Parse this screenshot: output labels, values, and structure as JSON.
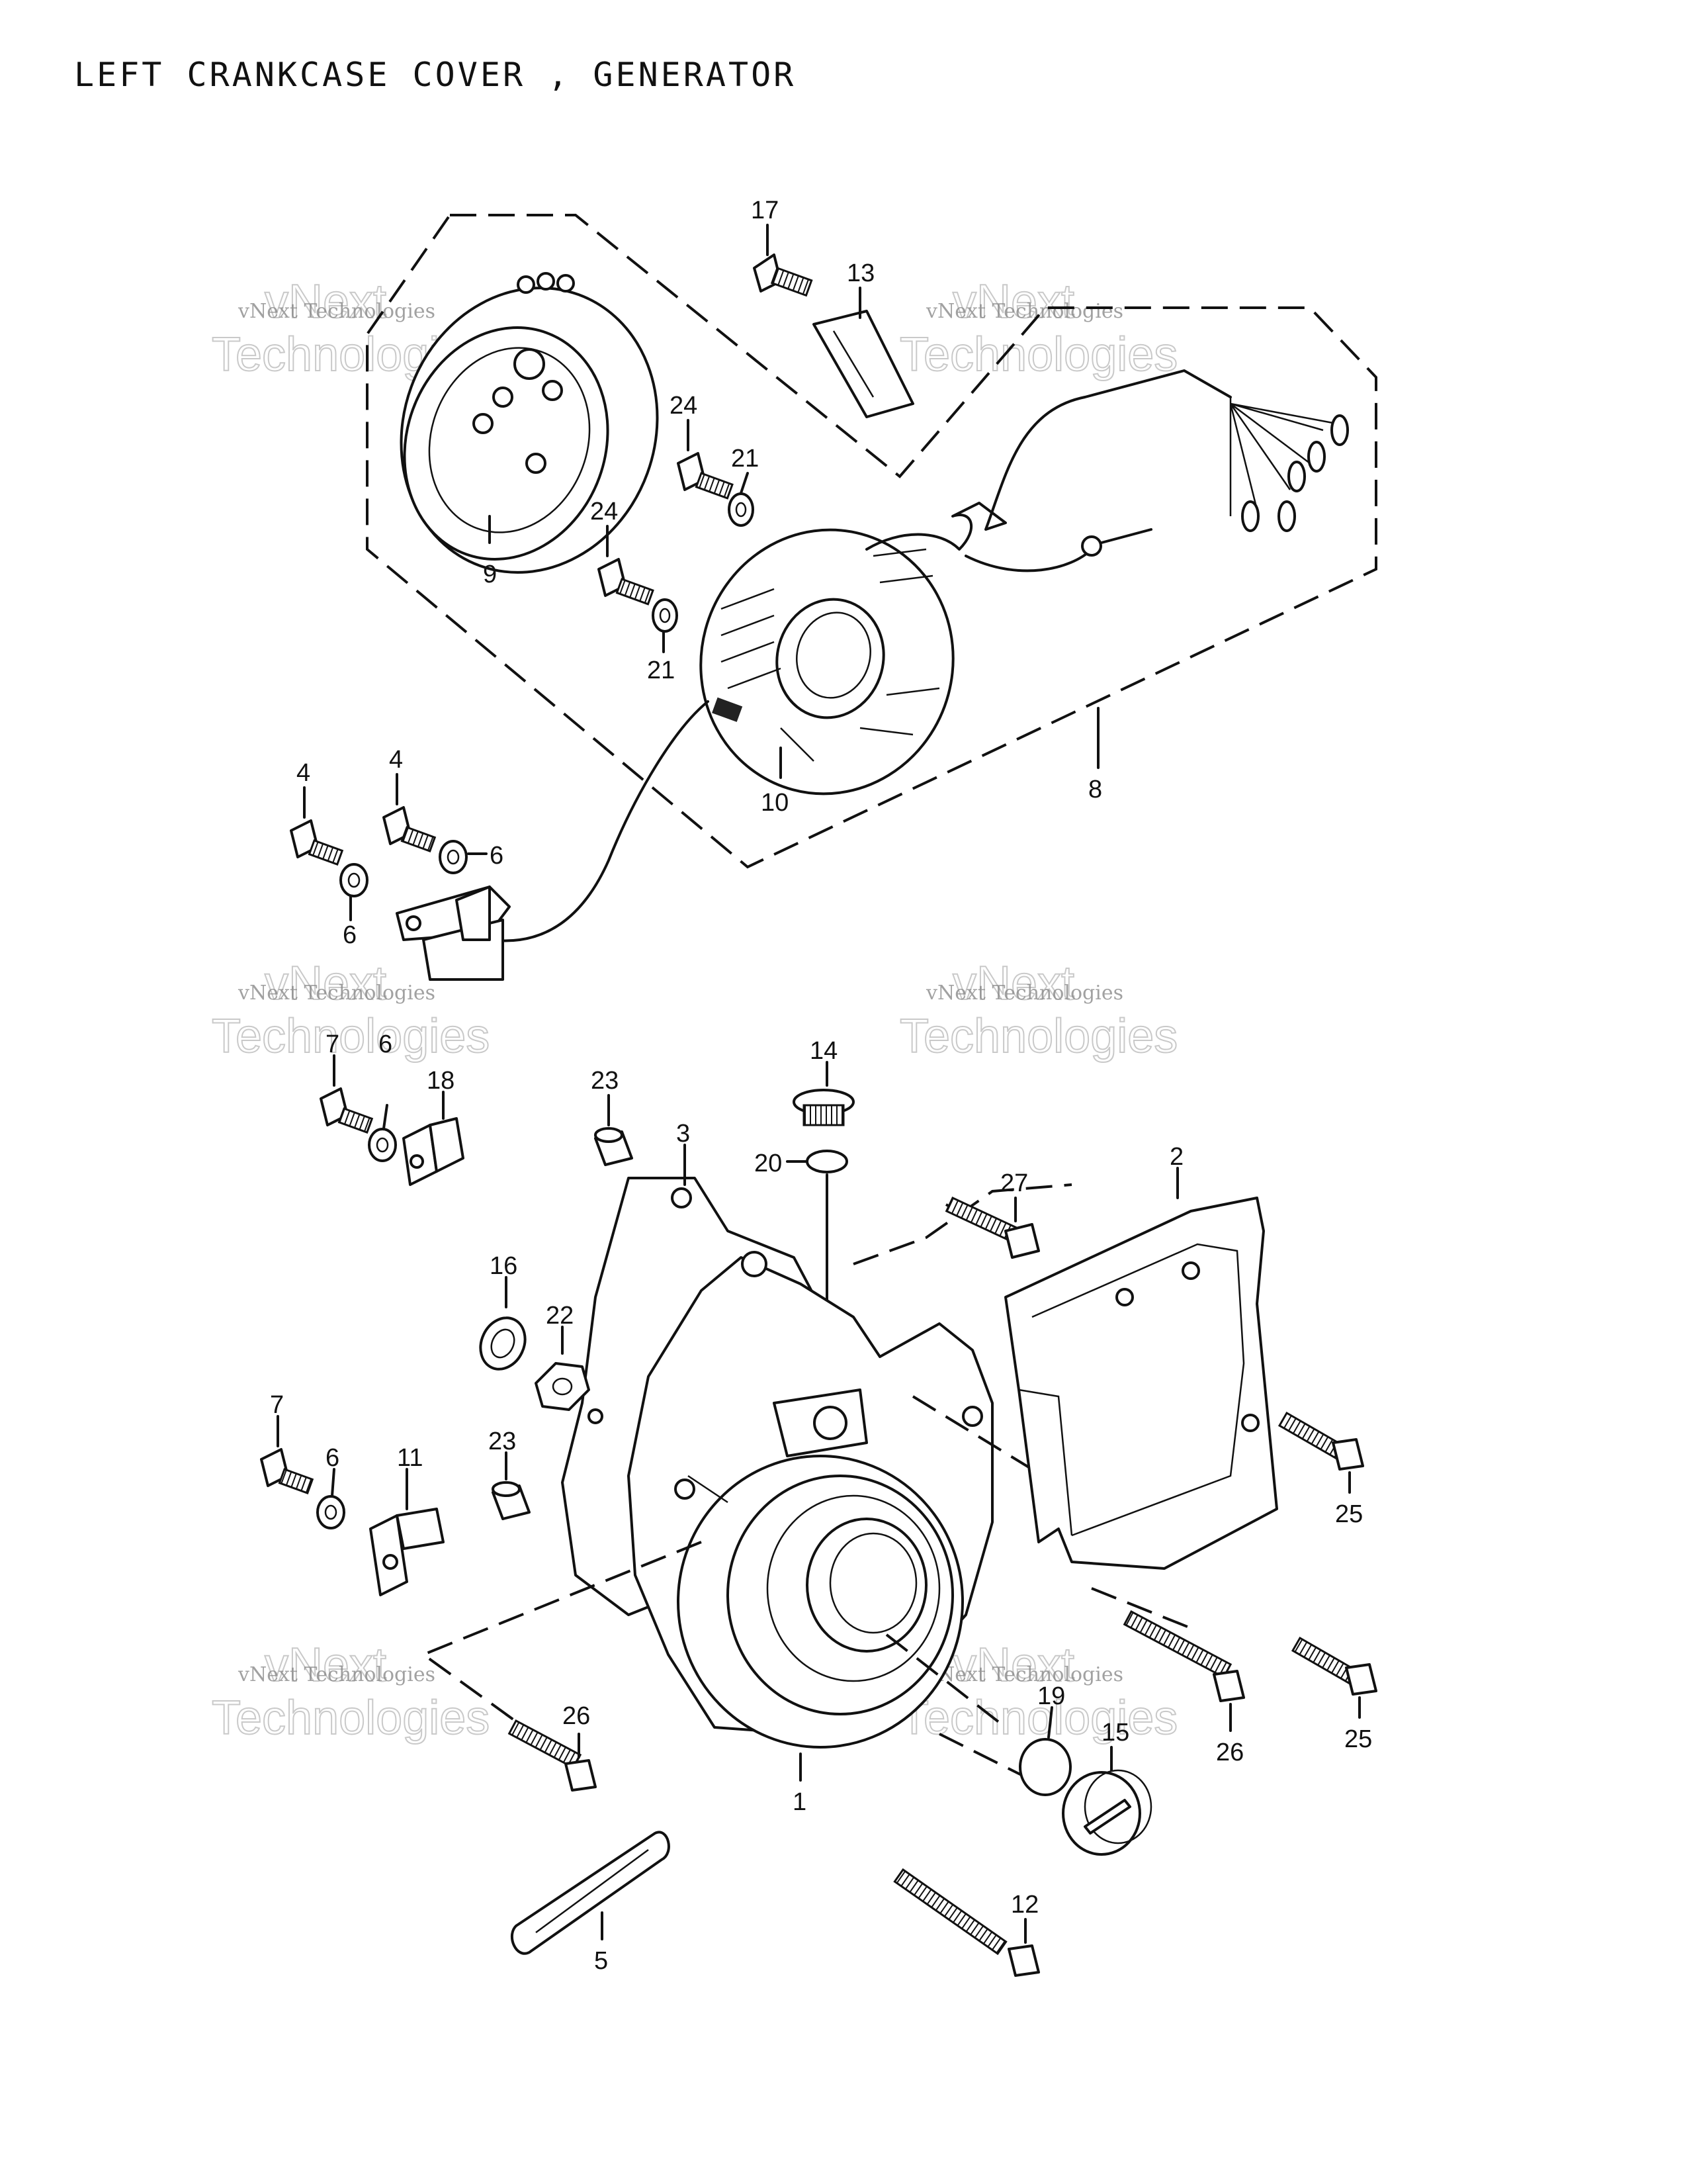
{
  "title": "LEFT CRANKCASE COVER , GENERATOR",
  "watermark": {
    "line1": "vNext Technologies",
    "line2": "Technologies",
    "line3": "vNext"
  },
  "callouts": [
    {
      "id": "c17",
      "label": "17"
    },
    {
      "id": "c13",
      "label": "13"
    },
    {
      "id": "c24a",
      "label": "24"
    },
    {
      "id": "c21a",
      "label": "21"
    },
    {
      "id": "c24b",
      "label": "24"
    },
    {
      "id": "c21b",
      "label": "21"
    },
    {
      "id": "c9",
      "label": "9"
    },
    {
      "id": "c10",
      "label": "10"
    },
    {
      "id": "c8",
      "label": "8"
    },
    {
      "id": "c4a",
      "label": "4"
    },
    {
      "id": "c4b",
      "label": "4"
    },
    {
      "id": "c6a",
      "label": "6"
    },
    {
      "id": "c6b",
      "label": "6"
    },
    {
      "id": "c7a",
      "label": "7"
    },
    {
      "id": "c6c",
      "label": "6"
    },
    {
      "id": "c18",
      "label": "18"
    },
    {
      "id": "c23a",
      "label": "23"
    },
    {
      "id": "c14",
      "label": "14"
    },
    {
      "id": "c3",
      "label": "3"
    },
    {
      "id": "c20",
      "label": "20"
    },
    {
      "id": "c27",
      "label": "27"
    },
    {
      "id": "c2",
      "label": "2"
    },
    {
      "id": "c16",
      "label": "16"
    },
    {
      "id": "c22",
      "label": "22"
    },
    {
      "id": "c7b",
      "label": "7"
    },
    {
      "id": "c6d",
      "label": "6"
    },
    {
      "id": "c11",
      "label": "11"
    },
    {
      "id": "c23b",
      "label": "23"
    },
    {
      "id": "c25a",
      "label": "25"
    },
    {
      "id": "c26a",
      "label": "26"
    },
    {
      "id": "c19",
      "label": "19"
    },
    {
      "id": "c15",
      "label": "15"
    },
    {
      "id": "c26b",
      "label": "26"
    },
    {
      "id": "c25b",
      "label": "25"
    },
    {
      "id": "c1",
      "label": "1"
    },
    {
      "id": "c12",
      "label": "12"
    },
    {
      "id": "c5",
      "label": "5"
    }
  ]
}
